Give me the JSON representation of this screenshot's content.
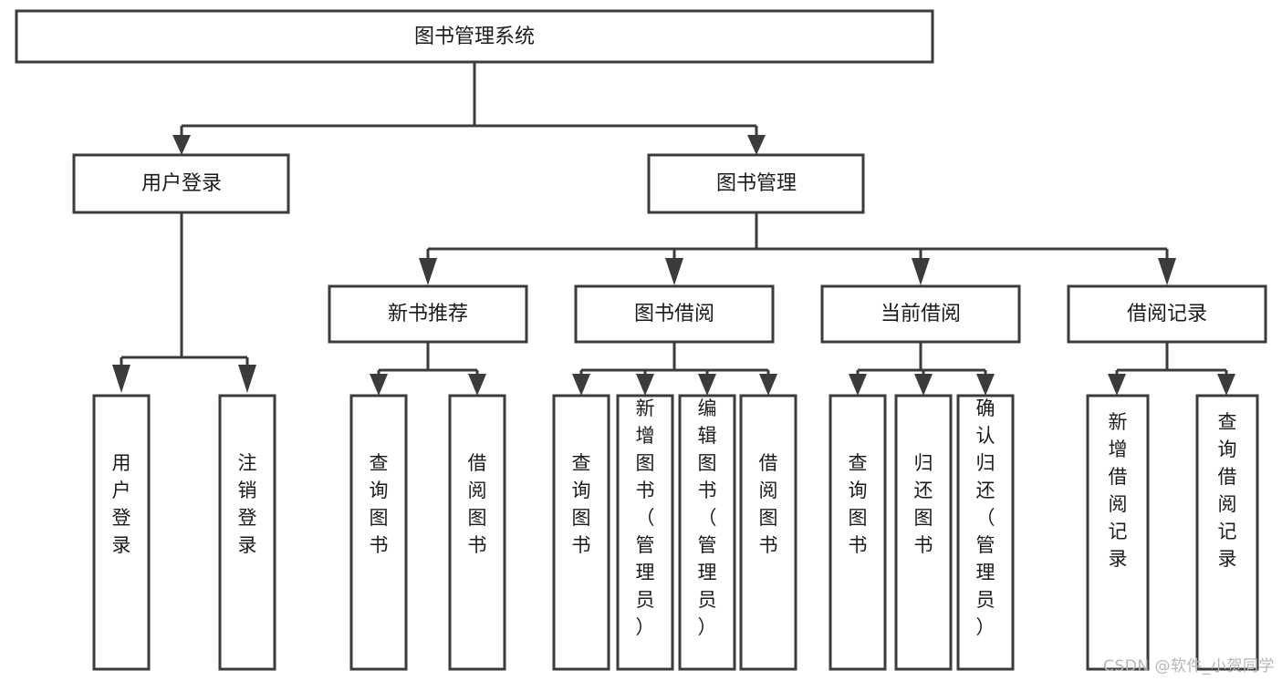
{
  "diagram": {
    "title": "图书管理系统",
    "type": "tree-hierarchy-diagram",
    "colors": {
      "box_stroke": "#3b3b3b",
      "box_fill": "#ffffff",
      "text": "#1b1b1b",
      "background": "#ffffff",
      "watermark": "#b6b6b6"
    },
    "root": {
      "label": "图书管理系统"
    },
    "level2": [
      {
        "label": "用户登录"
      },
      {
        "label": "图书管理"
      }
    ],
    "level3": [
      {
        "label": "新书推荐"
      },
      {
        "label": "图书借阅"
      },
      {
        "label": "当前借阅"
      },
      {
        "label": "借阅记录"
      }
    ],
    "leaves": {
      "user_login": [
        {
          "label": "用户登录"
        },
        {
          "label": "注销登录"
        }
      ],
      "new_book_recommend": [
        {
          "label": "查询图书"
        },
        {
          "label": "借阅图书"
        }
      ],
      "book_borrow": [
        {
          "label": "查询图书"
        },
        {
          "label": "新增图书（管理员）"
        },
        {
          "label": "编辑图书（管理员）"
        },
        {
          "label": "借阅图书"
        }
      ],
      "current_borrow": [
        {
          "label": "查询图书"
        },
        {
          "label": "归还图书"
        },
        {
          "label": "确认归还（管理员）"
        }
      ],
      "borrow_record": [
        {
          "label": "新增借阅记录"
        },
        {
          "label": "查询借阅记录"
        }
      ]
    }
  },
  "watermark": {
    "text": "CSDN @软件_小贺同学"
  }
}
